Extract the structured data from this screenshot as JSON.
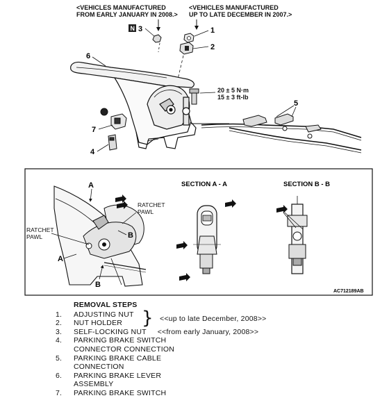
{
  "top": {
    "note_early": [
      "<VEHICLES MANUFACTURED",
      "FROM EARLY JANUARY IN 2008.>"
    ],
    "note_late": [
      "<VEHICLES MANUFACTURED",
      "UP TO LATE DECEMBER IN 2007.>"
    ],
    "torque": [
      "20 ± 5 N·m",
      "15 ± 3 ft-lb"
    ],
    "callouts": {
      "c1": "1",
      "c2": "2",
      "c3": "3",
      "c4": "4",
      "c5": "5",
      "c6": "6",
      "c7": "7"
    },
    "nbadge": "N"
  },
  "bottom": {
    "section_a": "SECTION A - A",
    "section_b": "SECTION B - B",
    "ratchet_pawl_right": [
      "RATCHET",
      "PAWL"
    ],
    "ratchet_pawl_left": [
      "RATCHET",
      "PAWL"
    ],
    "label_a": "A",
    "label_b": "B",
    "fig_code": "AC712189AB"
  },
  "removal": {
    "heading": "REMOVAL STEPS",
    "steps": [
      {
        "num": "1.",
        "text": "ADJUSTING NUT"
      },
      {
        "num": "2.",
        "text": "NUT HOLDER"
      },
      {
        "num": "3.",
        "text": "SELF-LOCKING NUT",
        "note": "<<from early January, 2008>>"
      },
      {
        "num": "4.",
        "text": "PARKING BRAKE SWITCH"
      },
      {
        "num": "",
        "text": "CONNECTOR CONNECTION"
      },
      {
        "num": "5.",
        "text": "PARKING BRAKE CABLE"
      },
      {
        "num": "",
        "text": "CONNECTION"
      },
      {
        "num": "6.",
        "text": "PARKING BRAKE LEVER"
      },
      {
        "num": "",
        "text": "ASSEMBLY"
      },
      {
        "num": "7.",
        "text": "PARKING BRAKE SWITCH"
      }
    ],
    "group_note": "<<up to late December, 2008>>",
    "brace": "}"
  }
}
